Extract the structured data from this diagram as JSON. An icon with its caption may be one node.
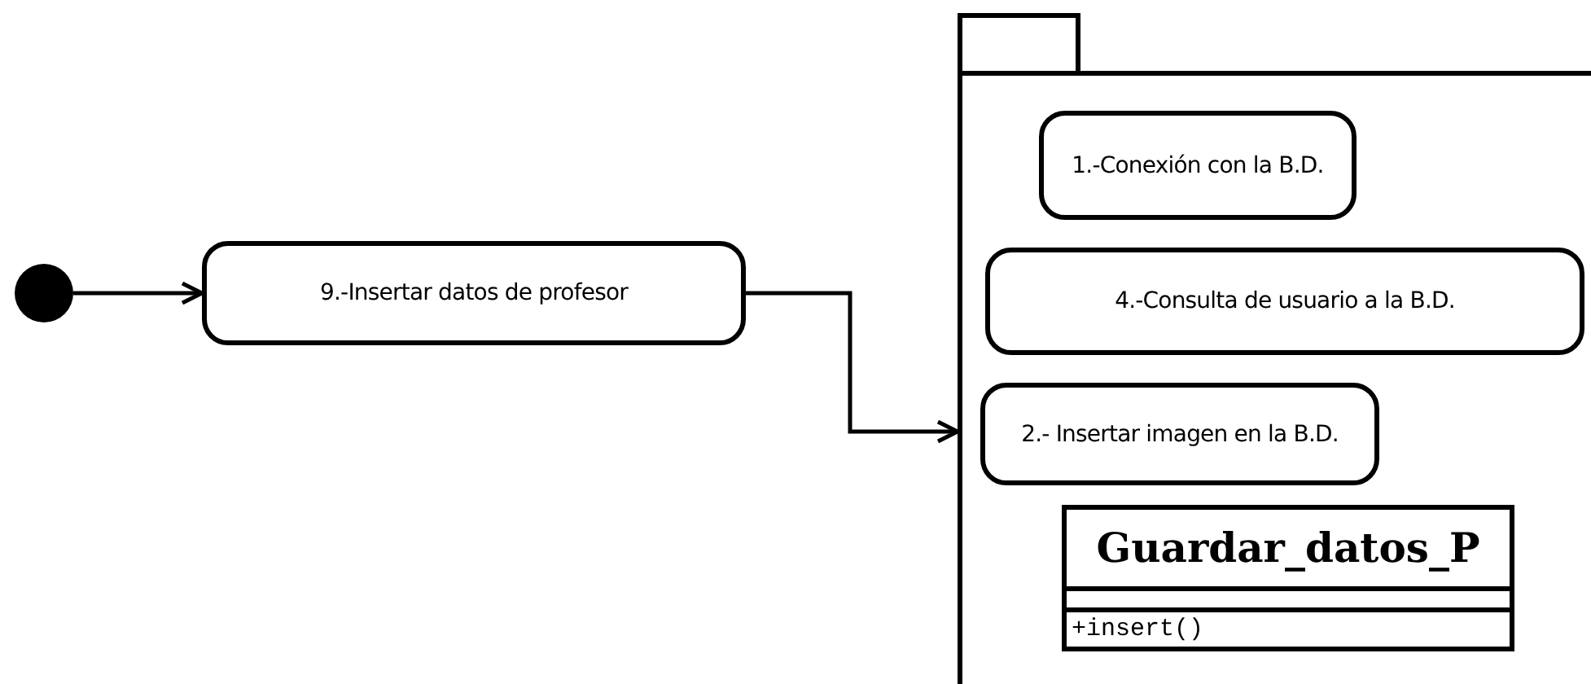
{
  "diagram": {
    "nodes": [
      {
        "text": [],
        "shape": "circle"
      },
      {
        "text": [
          "9.-Insertar datos de profesor"
        ]
      },
      {
        "text": [],
        "shape": "box"
      },
      {
        "text": [
          "1.-Conexión con la B.D."
        ],
        "in": 2
      },
      {
        "text": [
          "4.-Consulta de usuario a la B.D."
        ],
        "in": 2
      },
      {
        "text": [
          "2.- Insertar imagen en la B.D."
        ],
        "in": 2
      },
      {
        "text": [
          "Guardar_datos_P",
          "+insert()"
        ],
        "in": 2
      }
    ],
    "edges": [
      {
        "from": 0,
        "to": 1,
        "arrow": "to"
      },
      {
        "from": 1,
        "to": 2,
        "arrow": "to"
      }
    ]
  }
}
